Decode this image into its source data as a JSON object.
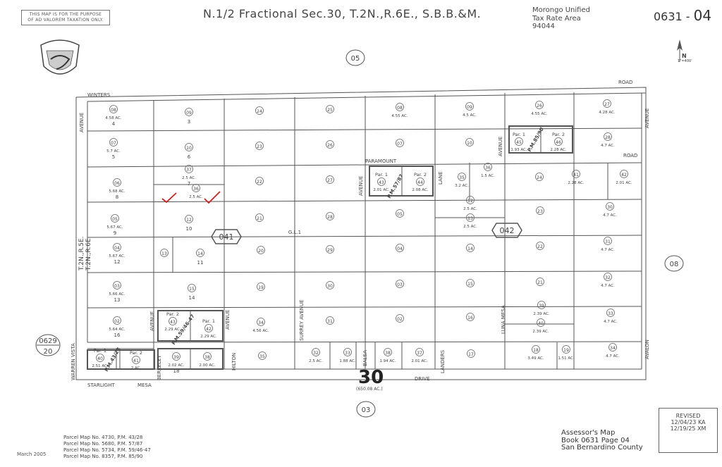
{
  "header": {
    "disclaimer_line1": "THIS MAP IS FOR THE PURPOSE",
    "disclaimer_line2": "OF AD VALOREM TAXATION ONLY.",
    "title": "N.1/2 Fractional Sec.30, T.2N.,R.6E., S.B.B.&M.",
    "tax_area_line1": "Morongo Unified",
    "tax_area_line2": "Tax Rate Area",
    "tax_area_line3": "94044",
    "book_prefix": "0631",
    "book_sep": " - ",
    "book_page": "04",
    "scale": "1\"=400'",
    "north_arrow": "N"
  },
  "adjacent_pages": {
    "north": "05",
    "south": "03",
    "east": "08",
    "west_top": "0629",
    "west_bottom": "20"
  },
  "section": {
    "number": "30",
    "acreage": "(650.08 AC.)"
  },
  "roads": {
    "winters": "WINTERS",
    "road_top": "ROAD",
    "road_mid": "ROAD",
    "paramount": "PARAMOUNT",
    "starlight": "STARLIGHT",
    "mesa": "MESA",
    "drive": "DRIVE",
    "avenue_left": "AVENUE",
    "avenue_right": "AVENUE",
    "warren_vista": "WARREN VISTA",
    "avenue_par": "AVENUE",
    "lane": "LANE",
    "avenue_pm": "AVENUE",
    "berkeley": "BERKELEY",
    "avenue_berk": "AVENUE",
    "avenue_hil": "AVENUE",
    "hilton": "HILTON",
    "surrey": "SURREY AVENUE",
    "balsa": "BALSA",
    "landers": "LANDERS",
    "luna_mesa": "LUNA MESA",
    "avalon": "AVALON",
    "t2n_r5e": "T.2N.,R.5E.",
    "t2n_r6e": "T.2N.,R.6E.",
    "gl1": "G.L.1"
  },
  "blocks": {
    "b041": "041",
    "b042": "042"
  },
  "parcels": [
    {
      "no": "08",
      "ac": "4.58 AC.",
      "lot": "4"
    },
    {
      "no": "09",
      "ac": "",
      "lot": "3"
    },
    {
      "no": "24",
      "ac": "",
      "lot": ""
    },
    {
      "no": "25",
      "ac": "",
      "lot": ""
    },
    {
      "no": "08",
      "ac": "4.55 AC.",
      "lot": ""
    },
    {
      "no": "09",
      "ac": "4.5 AC.",
      "lot": ""
    },
    {
      "no": "26",
      "ac": "4.55 AC.",
      "lot": ""
    },
    {
      "no": "27",
      "ac": "4.28 AC.",
      "lot": ""
    },
    {
      "no": "07",
      "ac": "5.7 AC.",
      "lot": "5"
    },
    {
      "no": "10",
      "ac": "",
      "lot": "6"
    },
    {
      "no": "23",
      "ac": "",
      "lot": ""
    },
    {
      "no": "26",
      "ac": "",
      "lot": ""
    },
    {
      "no": "07",
      "ac": "",
      "lot": ""
    },
    {
      "no": "10",
      "ac": "",
      "lot": ""
    },
    {
      "no": "28",
      "ac": "4.7 AC.",
      "lot": ""
    },
    {
      "no": "06",
      "ac": "5.68 AC.",
      "lot": "8"
    },
    {
      "no": "37",
      "ac": "2.5 AC.",
      "lot": "7"
    },
    {
      "no": "36",
      "ac": "2.5 AC.",
      "lot": ""
    },
    {
      "no": "22",
      "ac": "",
      "lot": ""
    },
    {
      "no": "27",
      "ac": "",
      "lot": ""
    },
    {
      "no": "35",
      "ac": "3.2 AC.",
      "lot": ""
    },
    {
      "no": "36",
      "ac": "1.5 AC.",
      "lot": ""
    },
    {
      "no": "24",
      "ac": "",
      "lot": ""
    },
    {
      "no": "41",
      "ac": "2.28 AC.",
      "lot": ""
    },
    {
      "no": "42",
      "ac": "2.01 AC.",
      "lot": ""
    },
    {
      "no": "05",
      "ac": "5.67 AC.",
      "lot": "9"
    },
    {
      "no": "12",
      "ac": "",
      "lot": "10"
    },
    {
      "no": "21",
      "ac": "",
      "lot": ""
    },
    {
      "no": "28",
      "ac": "",
      "lot": ""
    },
    {
      "no": "05",
      "ac": "",
      "lot": ""
    },
    {
      "no": "12",
      "ac": "2.5 AC.",
      "lot": ""
    },
    {
      "no": "13",
      "ac": "2.5 AC.",
      "lot": ""
    },
    {
      "no": "23",
      "ac": "",
      "lot": ""
    },
    {
      "no": "30",
      "ac": "4.7 AC.",
      "lot": ""
    },
    {
      "no": "04",
      "ac": "5.67 AC.",
      "lot": "12"
    },
    {
      "no": "13",
      "ac": "",
      "lot": ""
    },
    {
      "no": "14",
      "ac": "",
      "lot": "11"
    },
    {
      "no": "20",
      "ac": "",
      "lot": ""
    },
    {
      "no": "29",
      "ac": "",
      "lot": ""
    },
    {
      "no": "04",
      "ac": "",
      "lot": ""
    },
    {
      "no": "14",
      "ac": "",
      "lot": ""
    },
    {
      "no": "22",
      "ac": "",
      "lot": ""
    },
    {
      "no": "31",
      "ac": "4.7 AC.",
      "lot": ""
    },
    {
      "no": "03",
      "ac": "5.66 AC.",
      "lot": "13"
    },
    {
      "no": "15",
      "ac": "",
      "lot": "14"
    },
    {
      "no": "19",
      "ac": "",
      "lot": ""
    },
    {
      "no": "30",
      "ac": "",
      "lot": ""
    },
    {
      "no": "03",
      "ac": "",
      "lot": ""
    },
    {
      "no": "15",
      "ac": "",
      "lot": ""
    },
    {
      "no": "21",
      "ac": "",
      "lot": ""
    },
    {
      "no": "32",
      "ac": "4.7 AC.",
      "lot": ""
    },
    {
      "no": "02",
      "ac": "5.64 AC.",
      "lot": "16"
    },
    {
      "no": "34",
      "ac": "4.56 AC.",
      "lot": ""
    },
    {
      "no": "31",
      "ac": "",
      "lot": ""
    },
    {
      "no": "02",
      "ac": "",
      "lot": ""
    },
    {
      "no": "16",
      "ac": "",
      "lot": ""
    },
    {
      "no": "39",
      "ac": "2.39 AC.",
      "lot": ""
    },
    {
      "no": "40",
      "ac": "2.39 AC.",
      "lot": ""
    },
    {
      "no": "33",
      "ac": "4.7 AC.",
      "lot": ""
    },
    {
      "no": "39",
      "ac": "2.02 AC.",
      "lot": "18"
    },
    {
      "no": "38",
      "ac": "2.00 AC.",
      "lot": ""
    },
    {
      "no": "35",
      "ac": "",
      "lot": ""
    },
    {
      "no": "32",
      "ac": "2.5 AC.",
      "lot": ""
    },
    {
      "no": "33",
      "ac": "1.88 AC.",
      "lot": ""
    },
    {
      "no": "38",
      "ac": "1.94 AC.",
      "lot": ""
    },
    {
      "no": "37",
      "ac": "2.01 AC.",
      "lot": ""
    },
    {
      "no": "17",
      "ac": "",
      "lot": ""
    },
    {
      "no": "18",
      "ac": "3.49 AC.",
      "lot": ""
    },
    {
      "no": "19",
      "ac": "1.51 AC.",
      "lot": ""
    },
    {
      "no": "34",
      "ac": "4.7 AC.",
      "lot": ""
    }
  ],
  "subparcels": [
    {
      "par": "Par. 1",
      "no": "43",
      "ac": "2.01 AC."
    },
    {
      "par": "Par. 2",
      "no": "44",
      "ac": "2.08 AC."
    },
    {
      "par": "Par. 1",
      "no": "45",
      "ac": "1.93 AC."
    },
    {
      "par": "Par. 2",
      "no": "46",
      "ac": "2.28 AC."
    },
    {
      "par": "Par. 2",
      "no": "43",
      "ac": "2.29 AC."
    },
    {
      "par": "Par. 1",
      "no": "42",
      "ac": "2.29 AC."
    },
    {
      "par": "Par. 1",
      "no": "40",
      "ac": "2.51 AC."
    },
    {
      "par": "Par. 2",
      "no": "41",
      "ac": "2 AC."
    }
  ],
  "parcel_map_labels": {
    "pm5787": "P.M.57/87",
    "pm8590": "P.M.85/90",
    "pm5946": "P.M.59/46-47",
    "pm4328": "P.M.43/28"
  },
  "footer": {
    "parcel_maps": [
      "Parcel Map No. 4730, P.M. 43/28",
      "Parcel Map No. 5680, P.M. 57/87",
      "Parcel Map No. 5734, P.M. 59/46-47",
      "Parcel Map No. 8357, P.M. 85/90"
    ],
    "date": "March 2005",
    "revised_title": "REVISED",
    "revised_1": "12/04/23 KA",
    "revised_2": "12/19/25 XM",
    "assessor_1": "Assessor's Map",
    "assessor_2": "Book 0631 Page 04",
    "assessor_3": "San Bernardino County"
  },
  "colors": {
    "line": "#555555",
    "check_mark": "#cc2222",
    "ink": "#333333"
  }
}
